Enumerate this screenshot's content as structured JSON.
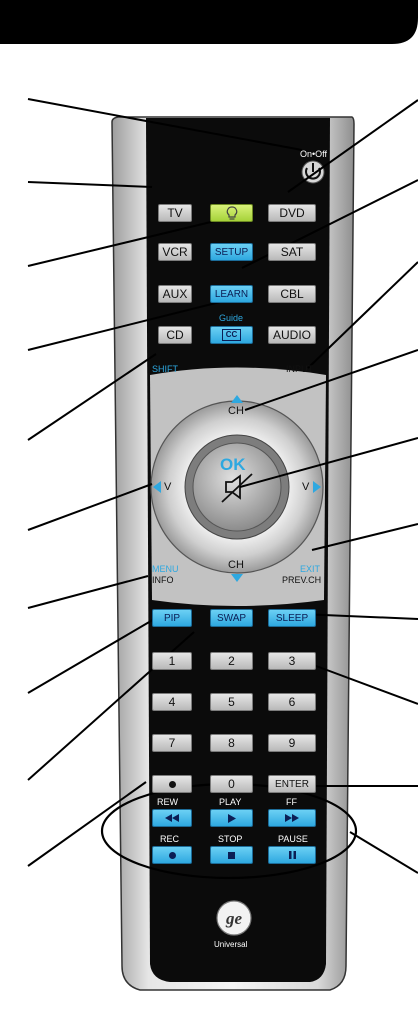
{
  "remote": {
    "power_label": "On•Off",
    "source_rows": [
      [
        "TV",
        "",
        "DVD"
      ],
      [
        "VCR",
        "SETUP",
        "SAT"
      ],
      [
        "AUX",
        "LEARN",
        "CBL"
      ],
      [
        "CD",
        "",
        "AUDIO"
      ]
    ],
    "guide_label": "Guide",
    "cc_label": "CC",
    "shift_label": "SHIFT",
    "input_label": "INPUT",
    "ch_up_label": "CH",
    "ch_down_label": "CH",
    "vol_left_label": "V",
    "vol_right_label": "V",
    "ok_label": "OK",
    "menu_label": "MENU",
    "info_label": "INFO",
    "exit_label": "EXIT",
    "prevch_label": "PREV.CH",
    "function_row": [
      "PIP",
      "SWAP",
      "SLEEP"
    ],
    "digits": [
      "1",
      "2",
      "3",
      "4",
      "5",
      "6",
      "7",
      "8",
      "9"
    ],
    "zero": "0",
    "enter": "ENTER",
    "transport_labels": [
      "REW",
      "PLAY",
      "FF"
    ],
    "record_labels": [
      "REC",
      "STOP",
      "PAUSE"
    ],
    "brand_text": "Universal",
    "colors": {
      "body": "#c8c8c8",
      "face": "#111111",
      "accent_blue": "#2ea8e0",
      "light_green": "#b9e25a"
    }
  }
}
